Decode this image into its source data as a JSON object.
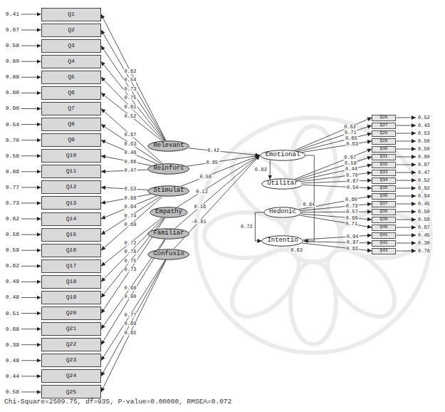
{
  "diagram": {
    "nodes": [
      {
        "text": [
          "Q1"
        ]
      },
      {
        "text": [
          "Q2"
        ]
      },
      {
        "text": [
          "Q3"
        ]
      },
      {
        "text": [
          "Q4"
        ]
      },
      {
        "text": [
          "Q5"
        ]
      },
      {
        "text": [
          "Q6"
        ]
      },
      {
        "text": [
          "Q7"
        ]
      },
      {
        "text": [
          "Q8"
        ]
      },
      {
        "text": [
          "Q9"
        ]
      },
      {
        "text": [
          "Q10"
        ]
      },
      {
        "text": [
          "Q11"
        ]
      },
      {
        "text": [
          "Q12"
        ]
      },
      {
        "text": [
          "Q13"
        ]
      },
      {
        "text": [
          "Q14"
        ]
      },
      {
        "text": [
          "Q15"
        ]
      },
      {
        "text": [
          "Q16"
        ]
      },
      {
        "text": [
          "Q17"
        ]
      },
      {
        "text": [
          "Q18"
        ]
      },
      {
        "text": [
          "Q19"
        ]
      },
      {
        "text": [
          "Q20"
        ]
      },
      {
        "text": [
          "Q21"
        ]
      },
      {
        "text": [
          "Q22"
        ]
      },
      {
        "text": [
          "Q23"
        ]
      },
      {
        "text": [
          "Q24"
        ]
      },
      {
        "text": [
          "Q25"
        ]
      },
      {
        "text": [
          "Relevant"
        ]
      },
      {
        "text": [
          "Reinforc"
        ]
      },
      {
        "text": [
          "Stimulat"
        ]
      },
      {
        "text": [
          "Empathy"
        ]
      },
      {
        "text": [
          "Familiar"
        ]
      },
      {
        "text": [
          "Confusio"
        ]
      },
      {
        "text": [
          "Emotional"
        ]
      },
      {
        "text": [
          "Utilitar"
        ]
      },
      {
        "text": [
          "Hedonic"
        ]
      },
      {
        "text": [
          "Intentio"
        ]
      },
      {
        "text": [
          "Q26"
        ]
      },
      {
        "text": [
          "Q27"
        ]
      },
      {
        "text": [
          "Q28"
        ]
      },
      {
        "text": [
          "Q29"
        ]
      },
      {
        "text": [
          "Q30"
        ]
      },
      {
        "text": [
          "Q31"
        ]
      },
      {
        "text": [
          "Q32"
        ]
      },
      {
        "text": [
          "Q33"
        ]
      },
      {
        "text": [
          "Q34"
        ]
      },
      {
        "text": [
          "Q35"
        ]
      },
      {
        "text": [
          "Q36"
        ]
      },
      {
        "text": [
          "Q37"
        ]
      },
      {
        "text": [
          "Q38"
        ]
      },
      {
        "text": [
          "Q39"
        ]
      },
      {
        "text": [
          "Q40"
        ]
      },
      {
        "text": [
          "Q41"
        ]
      },
      {
        "text": [
          "Q42"
        ]
      },
      {
        "text": [
          "Q43"
        ]
      }
    ],
    "edges": [
      {
        "from": 25,
        "to": 0,
        "arrow": "to",
        "label": "0.62"
      },
      {
        "from": 25,
        "to": 1,
        "arrow": "to",
        "label": "0.54"
      },
      {
        "from": 25,
        "to": 2,
        "arrow": "to",
        "label": "0.73"
      },
      {
        "from": 25,
        "to": 3,
        "arrow": "to",
        "label": "0.75"
      },
      {
        "from": 25,
        "to": 4,
        "arrow": "to",
        "label": "0.61"
      },
      {
        "from": 25,
        "to": 5,
        "arrow": "to",
        "label": "0.52"
      },
      {
        "from": 26,
        "to": 6,
        "arrow": "to",
        "label": "0.67"
      },
      {
        "from": 26,
        "to": 7,
        "arrow": "to",
        "label": "0.63"
      },
      {
        "from": 26,
        "to": 8,
        "arrow": "to",
        "label": "0.48"
      },
      {
        "from": 26,
        "to": 9,
        "arrow": "to",
        "label": "0.66"
      },
      {
        "from": 26,
        "to": 10,
        "arrow": "to",
        "label": "0.47"
      },
      {
        "from": 27,
        "to": 11,
        "arrow": "to",
        "label": "0.53"
      },
      {
        "from": 27,
        "to": 12,
        "arrow": "to",
        "label": "0.68"
      },
      {
        "from": 27,
        "to": 13,
        "arrow": "to",
        "label": "0.64"
      },
      {
        "from": 27,
        "to": 14,
        "arrow": "to",
        "label": "0.74"
      },
      {
        "from": 27,
        "to": 15,
        "arrow": "to",
        "label": "0.69"
      },
      {
        "from": 28,
        "to": 16,
        "arrow": "to",
        "label": "0.72"
      },
      {
        "from": 28,
        "to": 17,
        "arrow": "to",
        "label": "0.78"
      },
      {
        "from": 28,
        "to": 18,
        "arrow": "to",
        "label": "0.75"
      },
      {
        "from": 28,
        "to": 19,
        "arrow": "to",
        "label": "0.73"
      },
      {
        "from": 29,
        "to": 20,
        "arrow": "to",
        "label": "0.68"
      },
      {
        "from": 29,
        "to": 21,
        "arrow": "to",
        "label": "0.90"
      },
      {
        "from": 30,
        "to": 22,
        "arrow": "to",
        "label": "0.77"
      },
      {
        "from": 30,
        "to": 23,
        "arrow": "to",
        "label": "0.69"
      },
      {
        "from": 30,
        "to": 24,
        "arrow": "to",
        "label": "0.65"
      },
      {
        "from": 25,
        "to": 31,
        "arrow": "to",
        "label": "0.42"
      },
      {
        "from": 26,
        "to": 31,
        "arrow": "to",
        "label": "0.65"
      },
      {
        "from": 27,
        "to": 31,
        "arrow": "to",
        "label": "0.58"
      },
      {
        "from": 28,
        "to": 31,
        "arrow": "to",
        "label": "0.12"
      },
      {
        "from": 29,
        "to": 31,
        "arrow": "to",
        "label": "0.16"
      },
      {
        "from": 30,
        "to": 31,
        "arrow": "to",
        "label": "-0.81"
      },
      {
        "from": 31,
        "to": 32,
        "arrow": "to",
        "label": "0.83"
      },
      {
        "from": 33,
        "to": 34,
        "arrow": "to",
        "label": "0.72"
      },
      {
        "from": 31,
        "to": 34,
        "arrow": "to"
      },
      {
        "from": 31,
        "to": 35,
        "arrow": "to",
        "label": "0.62"
      },
      {
        "from": 31,
        "to": 36,
        "arrow": "to",
        "label": "0.71"
      },
      {
        "from": 31,
        "to": 37,
        "arrow": "to",
        "label": "0.65"
      },
      {
        "from": 31,
        "to": 38,
        "arrow": "to",
        "label": "0.63"
      },
      {
        "from": 32,
        "to": 39,
        "arrow": "to",
        "label": "0.67"
      },
      {
        "from": 32,
        "to": 40,
        "arrow": "to",
        "label": "0.58"
      },
      {
        "from": 32,
        "to": 41,
        "arrow": "to",
        "label": "0.44"
      },
      {
        "from": 32,
        "to": 42,
        "arrow": "to",
        "label": "0.70"
      },
      {
        "from": 32,
        "to": 43,
        "arrow": "to",
        "label": "0.67"
      },
      {
        "from": 32,
        "to": 44,
        "arrow": "to",
        "label": "0.54"
      },
      {
        "from": 33,
        "to": 45,
        "arrow": "to",
        "label": "0.60"
      },
      {
        "from": 33,
        "to": 46,
        "arrow": "to",
        "label": "0.73"
      },
      {
        "from": 33,
        "to": 47,
        "arrow": "to",
        "label": "0.57"
      },
      {
        "from": 33,
        "to": 48,
        "arrow": "to",
        "label": "0.66"
      },
      {
        "from": 33,
        "to": 49,
        "arrow": "to",
        "label": "0.71"
      },
      {
        "from": 34,
        "to": 50,
        "arrow": "to",
        "label": "0.94"
      },
      {
        "from": 34,
        "to": 51,
        "arrow": "to",
        "label": "0.97"
      },
      {
        "from": 34,
        "to": 52,
        "arrow": "to",
        "label": "0.63"
      }
    ],
    "labels": [
      "0.41",
      "0.67",
      "0.58",
      "0.80",
      "0.88",
      "0.60",
      "0.60",
      "0.54",
      "0.70",
      "0.58",
      "0.86",
      "0.77",
      "0.73",
      "0.62",
      "0.56",
      "0.59",
      "0.62",
      "0.49",
      "0.48",
      "0.51",
      "0.68",
      "0.39",
      "0.49",
      "0.44",
      "0.58",
      "0.52",
      "0.43",
      "0.53",
      "0.50",
      "0.50",
      "0.60",
      "0.67",
      "0.47",
      "0.52",
      "0.62",
      "0.64",
      "0.45",
      "0.50",
      "0.56",
      "0.67",
      "0.45",
      "0.30",
      "0.78",
      "0.64",
      "0.63"
    ],
    "caption": "Chi-Square=2509.75, df=935, P-value=0.00000, RMSEA=0.072"
  }
}
